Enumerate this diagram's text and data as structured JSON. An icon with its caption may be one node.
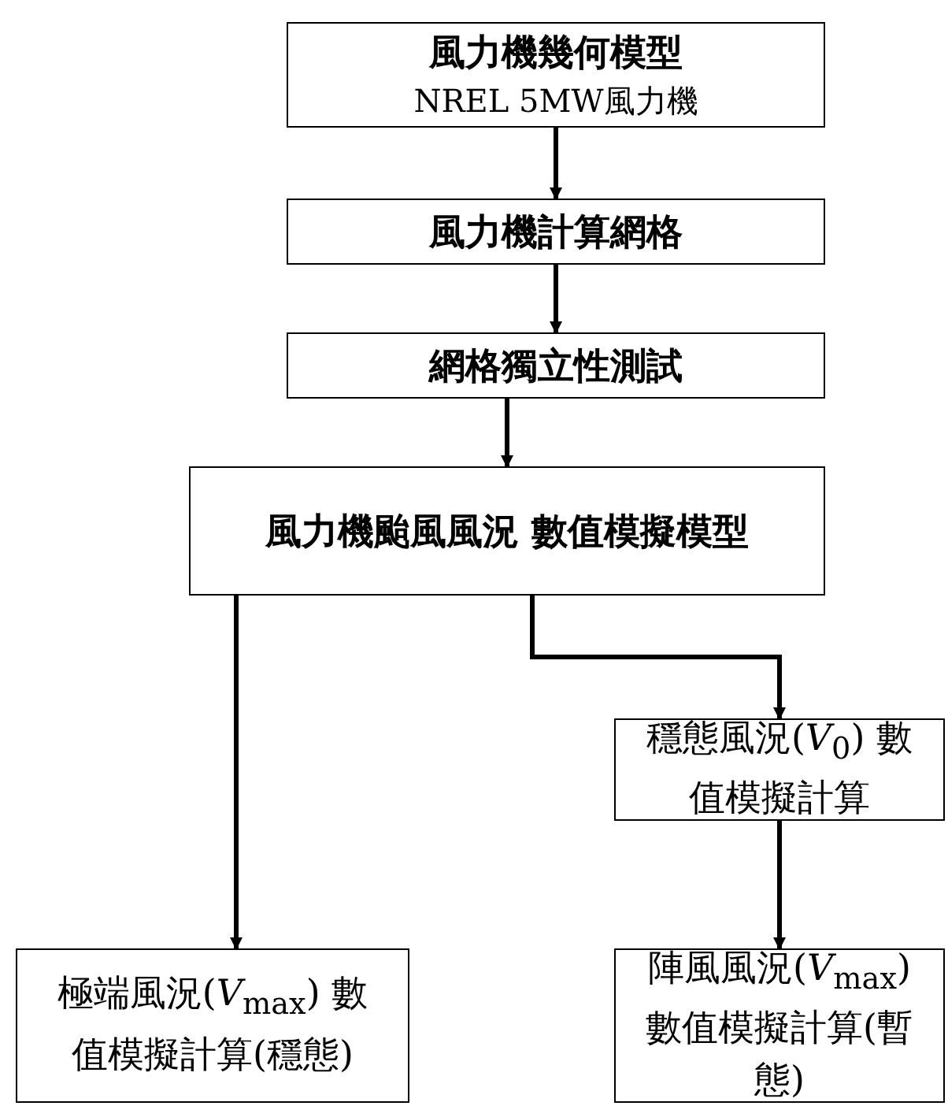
{
  "diagram": {
    "nodes": [
      {
        "text": [
          "風力機幾何模型",
          "NREL 5MW風力機"
        ]
      },
      {
        "text": [
          "風力機計算網格"
        ]
      },
      {
        "text": [
          "網格獨立性測試"
        ]
      },
      {
        "text": [
          "風力機颱風風況 數值模擬模型"
        ]
      },
      {
        "text": [
          "穩態風況(*V*$_{0}$) 數值模擬計算"
        ]
      },
      {
        "text": [
          "極端風況(*V*$_{max}$) 數值模擬計算(穩態)"
        ]
      },
      {
        "text": [
          "陣風風況(*V*$_{max}$) 數值模擬計算(暫態)"
        ]
      }
    ],
    "edges": [
      {
        "from": 0,
        "to": 1,
        "arrow": "to"
      },
      {
        "from": 1,
        "to": 2,
        "arrow": "to"
      },
      {
        "from": 2,
        "to": 3,
        "arrow": "to"
      },
      {
        "from": 3,
        "to": 5,
        "arrow": "to"
      },
      {
        "from": 3,
        "to": 4,
        "arrow": "to"
      },
      {
        "from": 4,
        "to": 6,
        "arrow": "to"
      }
    ]
  }
}
